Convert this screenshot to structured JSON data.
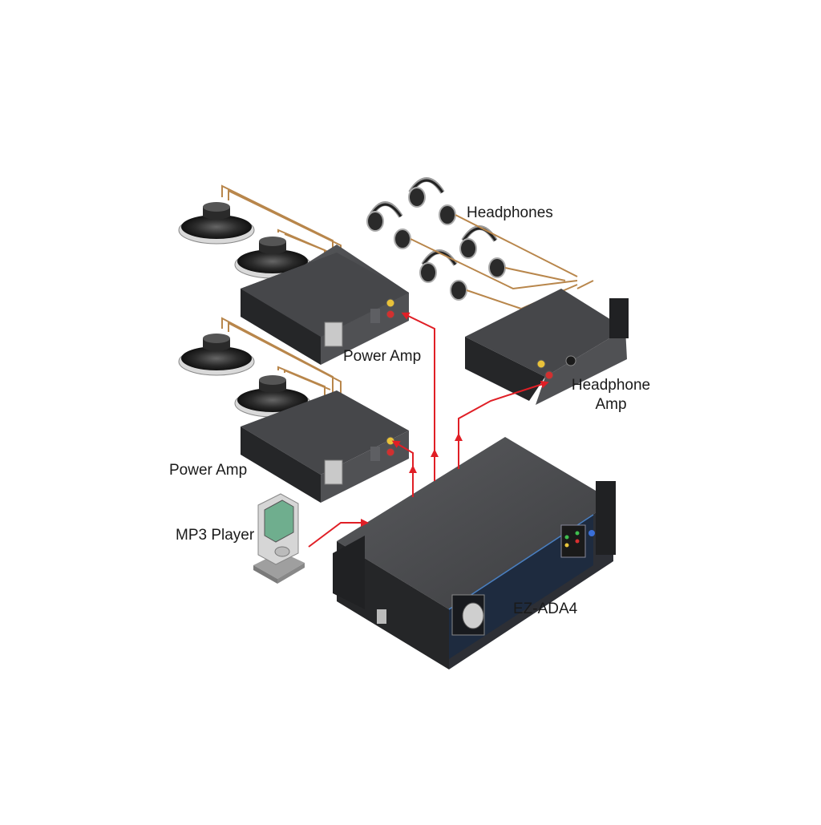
{
  "labels": {
    "headphones": "Headphones",
    "power_amp_top": "Power Amp",
    "power_amp_bottom": "Power Amp",
    "headphone_amp_line1": "Headphone",
    "headphone_amp_line2": "Amp",
    "mp3_player": "MP3 Player",
    "ez_ada4": "EZ-ADA4"
  },
  "colors": {
    "signal": "#e01f26",
    "speaker_wire": "#b8864b",
    "chassis": "#3a3b3d",
    "chassis_dark": "#202123",
    "background": "#ffffff"
  }
}
